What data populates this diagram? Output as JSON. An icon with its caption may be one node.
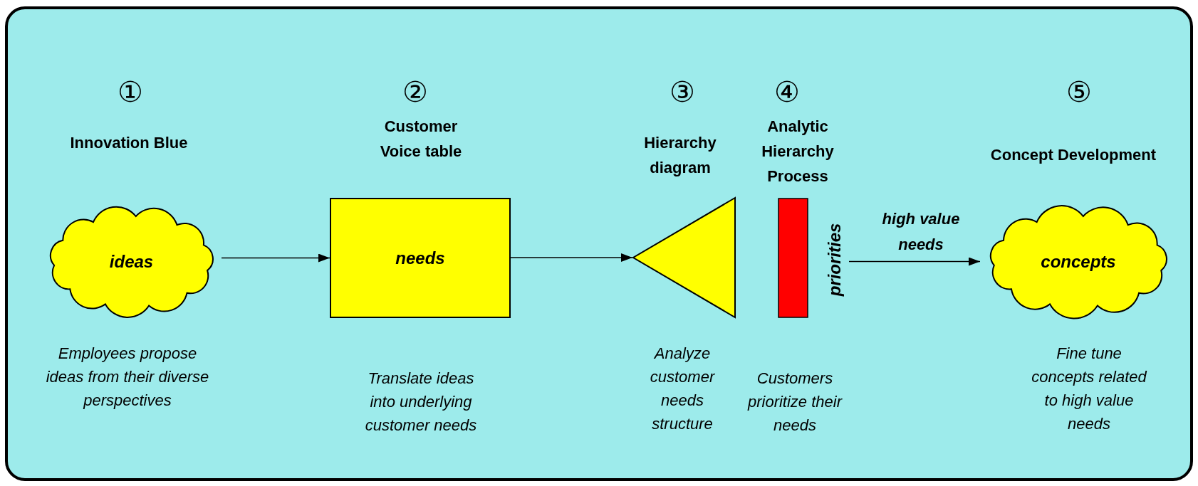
{
  "diagram": {
    "nodes": [
      {
        "text": [
          "Innovation Blue",
          "ideas"
        ],
        "beside": [
          "①",
          "Employees propose ideas from their diverse perspectives"
        ]
      },
      {
        "text": [
          "Customer Voice table",
          "needs"
        ],
        "beside": [
          "②",
          "Translate ideas into underlying customer needs"
        ]
      },
      {
        "text": [
          "Hierarchy diagram"
        ],
        "beside": [
          "③",
          "Analyze customer needs structure"
        ]
      },
      {
        "text": [
          "Analytic Hierarchy Process"
        ],
        "beside": [
          "④",
          "priorities",
          "Customers prioritize their needs"
        ]
      },
      {
        "text": [
          "Concept Development",
          "concepts"
        ],
        "beside": [
          "⑤",
          "Fine tune concepts related to high value needs"
        ]
      }
    ],
    "edges": [
      {
        "from": 0,
        "to": 1,
        "arrow": "to"
      },
      {
        "from": 1,
        "to": 2,
        "arrow": "to"
      },
      {
        "from": 3,
        "to": 4,
        "arrow": "to",
        "label": "high value needs"
      }
    ]
  }
}
